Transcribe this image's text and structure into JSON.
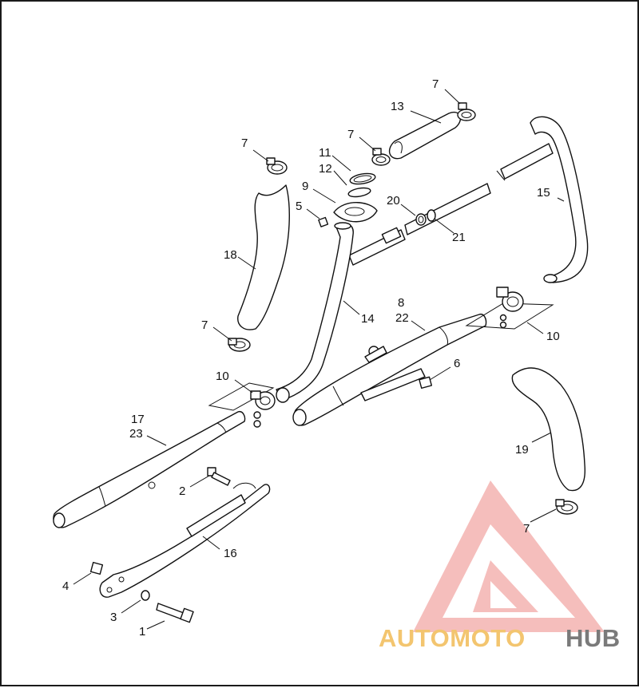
{
  "callouts": {
    "c1": "1",
    "c2": "2",
    "c3": "3",
    "c4": "4",
    "c5": "5",
    "c6": "6",
    "c7a": "7",
    "c7b": "7",
    "c7c": "7",
    "c7d": "7",
    "c7e": "7",
    "c8": "8",
    "c22": "22",
    "c9": "9",
    "c10a": "10",
    "c10b": "10",
    "c11": "11",
    "c12": "12",
    "c13": "13",
    "c14": "14",
    "c15": "15",
    "c16": "16",
    "c17": "17",
    "c23": "23",
    "c18": "18",
    "c19": "19",
    "c20": "20",
    "c21": "21"
  },
  "watermark": {
    "part1": "AUTOMOTO",
    "part2": "HUB",
    "color_primary": "#f0a7a4",
    "color_secondary": "#f4c77a",
    "color_tertiary": "#7b7b7b"
  }
}
